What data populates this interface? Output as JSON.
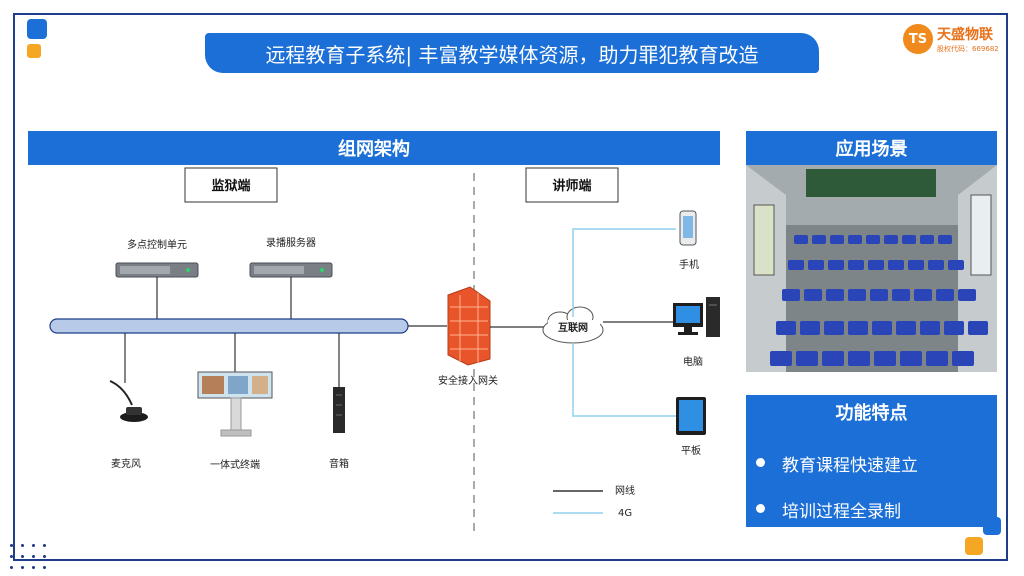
{
  "title": "远程教育子系统| 丰富教学媒体资源，助力罪犯教育改造",
  "logo": {
    "mark": "TS",
    "name": "天盛物联",
    "code": "股权代码：669682"
  },
  "sections": {
    "network": "组网架构",
    "scenario": "应用场景",
    "features": "功能特点"
  },
  "features": [
    "教育课程快速建立",
    "培训过程全录制"
  ],
  "diagram": {
    "prison_side": "监狱端",
    "lecturer_side": "讲师端",
    "mcu": "多点控制单元",
    "recorder": "录播服务器",
    "microphone": "麦克风",
    "terminal": "一体式终端",
    "speaker": "音箱",
    "gateway": "安全接入网关",
    "internet": "互联网",
    "phone": "手机",
    "computer": "电脑",
    "tablet": "平板",
    "legend_wired": "网线",
    "legend_4g": "4G"
  },
  "colors": {
    "primary": "#1b6fd6",
    "accent": "#f5a623",
    "border": "#1f3d8a",
    "wifi": "#8fd0ee"
  }
}
